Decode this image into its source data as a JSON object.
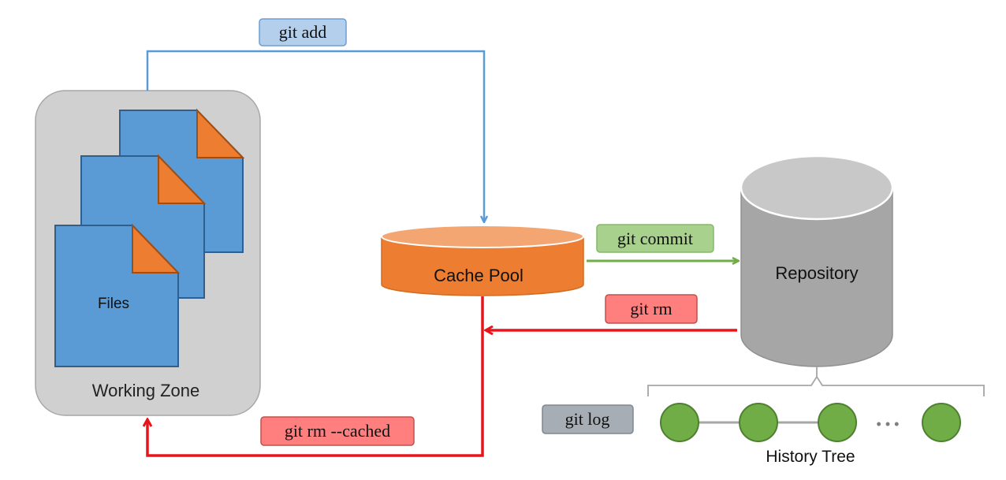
{
  "working_zone": {
    "label": "Working Zone",
    "files_label": "Files"
  },
  "cache_pool": {
    "label": "Cache Pool"
  },
  "repository": {
    "label": "Repository"
  },
  "history": {
    "label": "History Tree",
    "ellipsis": "• • •"
  },
  "commands": {
    "git_add": "git add",
    "git_commit": "git commit",
    "git_rm": "git rm",
    "git_rm_cached": "git rm --cached",
    "git_log": "git log"
  },
  "colors": {
    "zone_fill": "#d0d0d0",
    "file_blue": "#5b9bd5",
    "file_fold": "#ed7d31",
    "cache_orange": "#ed7d31",
    "repo_gray": "#a6a6a6",
    "add_blue": "#5b9bd5",
    "commit_green": "#70ad47",
    "rm_red": "#e8141b",
    "node_green": "#70ad47"
  }
}
